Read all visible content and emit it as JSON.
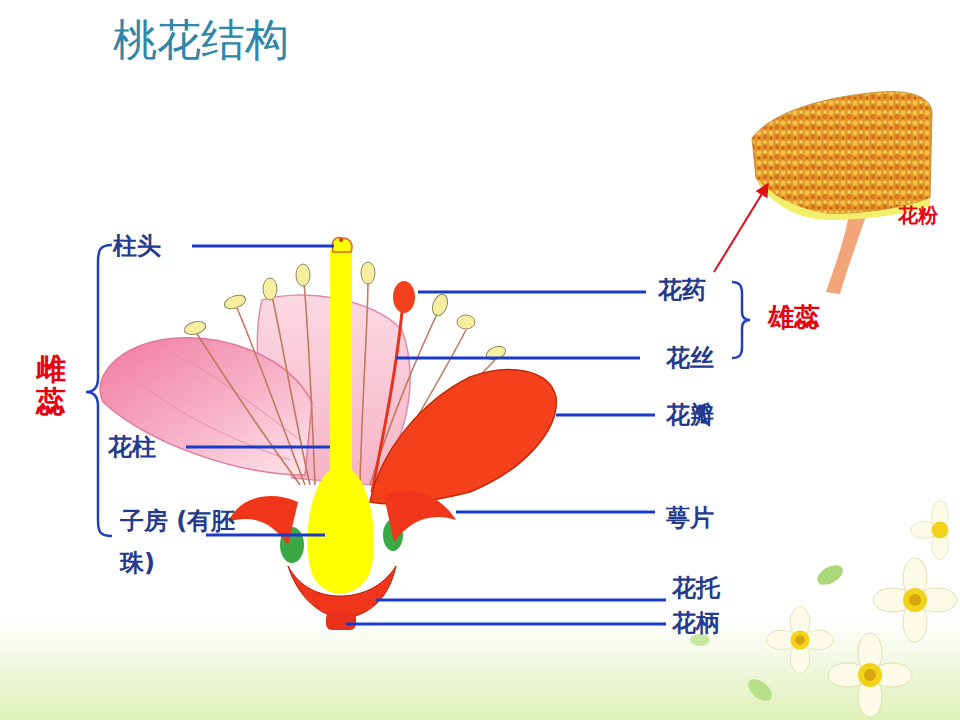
{
  "diagram": {
    "title": "桃花结构",
    "labels": [
      "柱头",
      "雌蕊",
      "花柱",
      "子房 (有胚珠)",
      "花药",
      "花丝",
      "花瓣",
      "萼片",
      "雄蕊",
      "花托",
      "花柄",
      "花粉"
    ]
  }
}
